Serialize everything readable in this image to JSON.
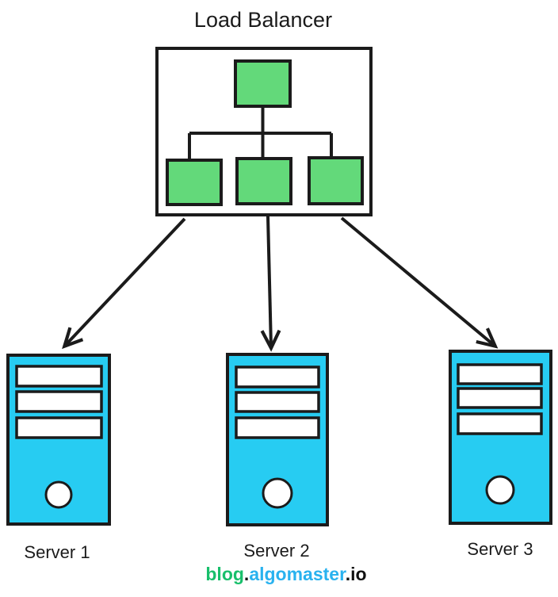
{
  "diagram": {
    "title": "Load Balancer",
    "servers": [
      {
        "label": "Server 1"
      },
      {
        "label": "Server 2"
      },
      {
        "label": "Server 3"
      }
    ],
    "watermark": {
      "blog": "blog",
      "dot": ".",
      "site": "algomaster",
      "tld": ".io",
      "blog_color": "#18bf6b",
      "site_color": "#29b2ef",
      "tld_color": "#111111"
    },
    "colors": {
      "node_green": "#63d97a",
      "server_cyan": "#27ccf2",
      "outline": "#1b1b1b",
      "background": "#ffffff"
    }
  }
}
